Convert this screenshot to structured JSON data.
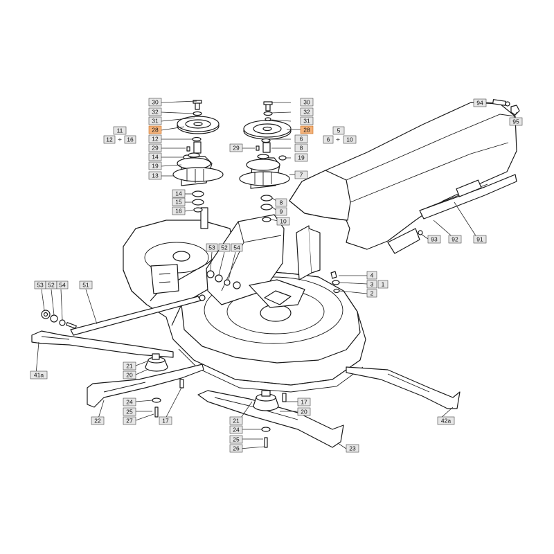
{
  "highlight_color": "#f3b27a",
  "range_symbol": "÷",
  "refs": {
    "ref_28_left": "28",
    "ref_28_right": "28",
    "ref_11": "11",
    "ref_12": "12",
    "ref_16": "16",
    "ref_5": "5",
    "ref_6": "6",
    "ref_10": "10"
  },
  "labels": {
    "l30a": "30",
    "l32a": "32",
    "l31a": "31",
    "l12a": "12",
    "l29a": "29",
    "l14a": "14",
    "l19a": "19",
    "l13": "13",
    "l14b": "14",
    "l15": "15",
    "l16": "16",
    "l30b": "30",
    "l32b": "32",
    "l31b": "31",
    "l6": "6",
    "l29b": "29",
    "l8a": "8",
    "l19b": "19",
    "l7": "7",
    "l8b": "8",
    "l9": "9",
    "l10": "10",
    "l94": "94",
    "l95": "95",
    "l91": "91",
    "l92": "92",
    "l93": "93",
    "l53a": "53",
    "l52a": "52",
    "l54a": "54",
    "l53b": "53",
    "l52b": "52",
    "l54b": "54",
    "l51": "51",
    "l4": "4",
    "l3": "3",
    "l1": "1",
    "l2": "2",
    "l41a": "41a",
    "l42a": "42a",
    "l21a": "21",
    "l20a": "20",
    "l24a": "24",
    "l25a": "25",
    "l27": "27",
    "l22": "22",
    "l17a": "17",
    "l21b": "21",
    "l20b": "20",
    "l17b": "17",
    "l24b": "24",
    "l25b": "25",
    "l26": "26",
    "l23": "23"
  }
}
